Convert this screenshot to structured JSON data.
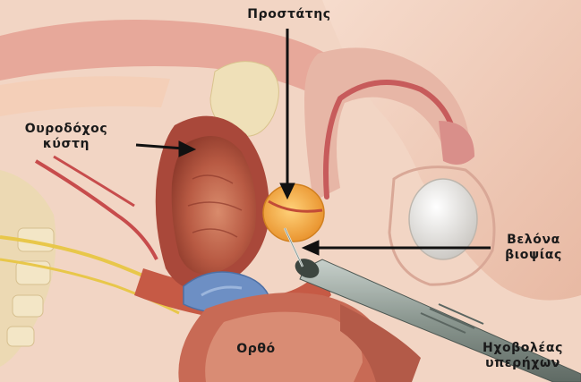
{
  "labels": {
    "prostate": "Προστάτης",
    "bladder_line1": "Ουροδόχος",
    "bladder_line2": "κύστη",
    "needle_line1": "Βελόνα",
    "needle_line2": "βιοψίας",
    "rectum": "Ορθό",
    "probe_line1": "Ηχοβολέας",
    "probe_line2": "υπερήχων"
  },
  "colors": {
    "background": "#ffffff",
    "skin": "#f3d3c2",
    "muscle": "#c65a45",
    "bladder": "#b9523d",
    "prostate": "#f0a43a",
    "vessel_blue": "#6d8fc4",
    "nerve_yellow": "#e8c74a",
    "probe": "#8d9a93",
    "arrow": "#111111"
  }
}
